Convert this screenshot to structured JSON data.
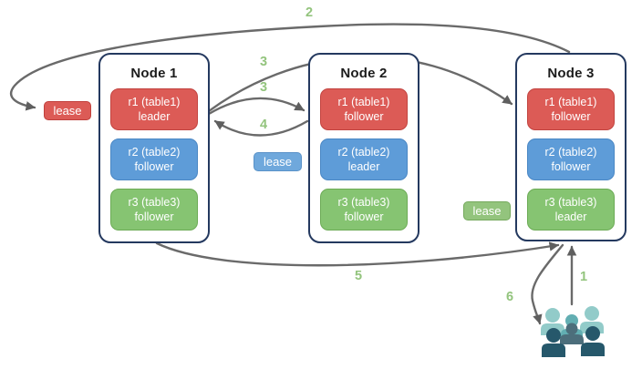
{
  "colors": {
    "red": "#DC5B56",
    "blue": "#5E9CD8",
    "green": "#86C472",
    "lease_blue": "#6FA8DC",
    "lease_green": "#93C47D",
    "step_label_green": "#93C47D",
    "node_border": "#24395F",
    "arrow_gray": "#6a6a6a",
    "users_light_teal": "#92CBC9",
    "users_mid_teal": "#62AEB2",
    "users_slate": "#4C6E7B",
    "users_navy": "#26586B"
  },
  "nodes": [
    {
      "title": "Node 1",
      "ranges": [
        {
          "name": "r1 (table1)",
          "role": "leader"
        },
        {
          "name": "r2 (table2)",
          "role": "follower"
        },
        {
          "name": "r3 (table3)",
          "role": "follower"
        }
      ]
    },
    {
      "title": "Node 2",
      "ranges": [
        {
          "name": "r1 (table1)",
          "role": "follower"
        },
        {
          "name": "r2 (table2)",
          "role": "leader"
        },
        {
          "name": "r3 (table3)",
          "role": "follower"
        }
      ]
    },
    {
      "title": "Node 3",
      "ranges": [
        {
          "name": "r1 (table1)",
          "role": "follower"
        },
        {
          "name": "r2 (table2)",
          "role": "follower"
        },
        {
          "name": "r3 (table3)",
          "role": "leader"
        }
      ]
    }
  ],
  "leases": [
    {
      "label": "lease",
      "color": "red"
    },
    {
      "label": "lease",
      "color": "blue"
    },
    {
      "label": "lease",
      "color": "green"
    }
  ],
  "steps": {
    "s1": "1",
    "s2": "2",
    "s3a": "3",
    "s3b": "3",
    "s4": "4",
    "s5": "5",
    "s6": "6"
  },
  "icons": {
    "users": "users-group-icon"
  }
}
